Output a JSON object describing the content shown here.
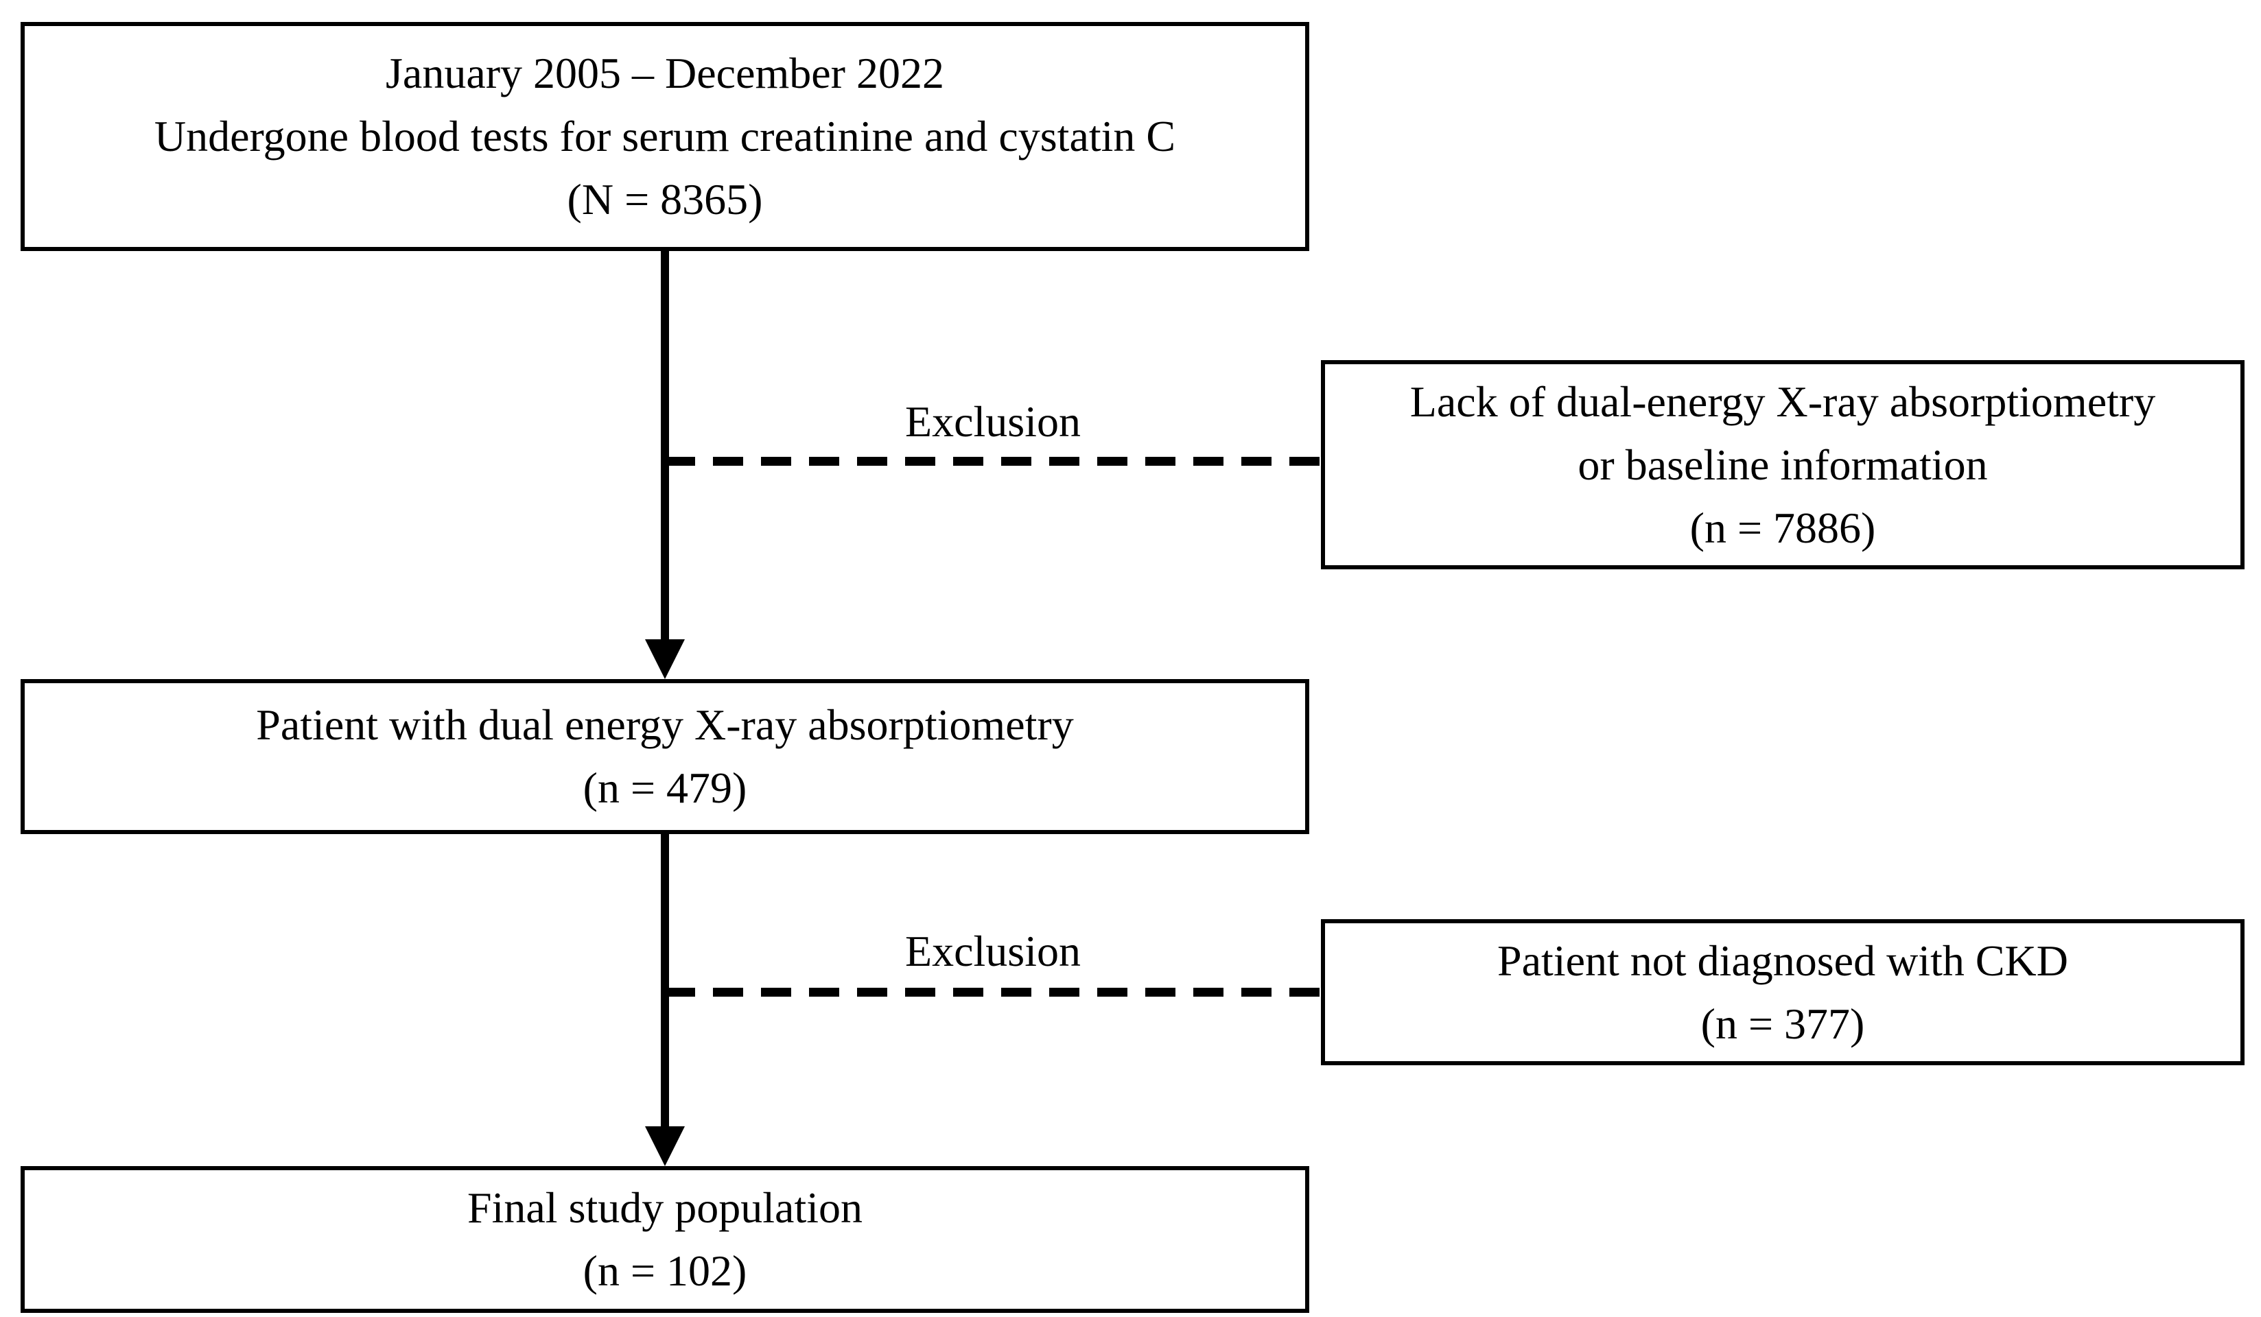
{
  "figure": {
    "background": "#ffffff",
    "line_color": "#000000",
    "boxes": {
      "initial": {
        "lines": [
          "January 2005 – December 2022",
          "Undergone blood tests for serum creatinine and cystatin C",
          "(N = 8365)"
        ]
      },
      "exclusion1": {
        "lines": [
          "Lack of dual-energy X-ray absorptiometry",
          "or baseline information",
          "(n = 7886)"
        ]
      },
      "dexa": {
        "lines": [
          "Patient with dual energy X-ray absorptiometry",
          "(n = 479)"
        ]
      },
      "exclusion2": {
        "lines": [
          "Patient not diagnosed with CKD",
          "(n = 377)"
        ]
      },
      "final": {
        "lines": [
          "Final study population",
          "(n = 102)"
        ]
      }
    },
    "connector_labels": {
      "exclusion1": "Exclusion",
      "exclusion2": "Exclusion"
    }
  }
}
